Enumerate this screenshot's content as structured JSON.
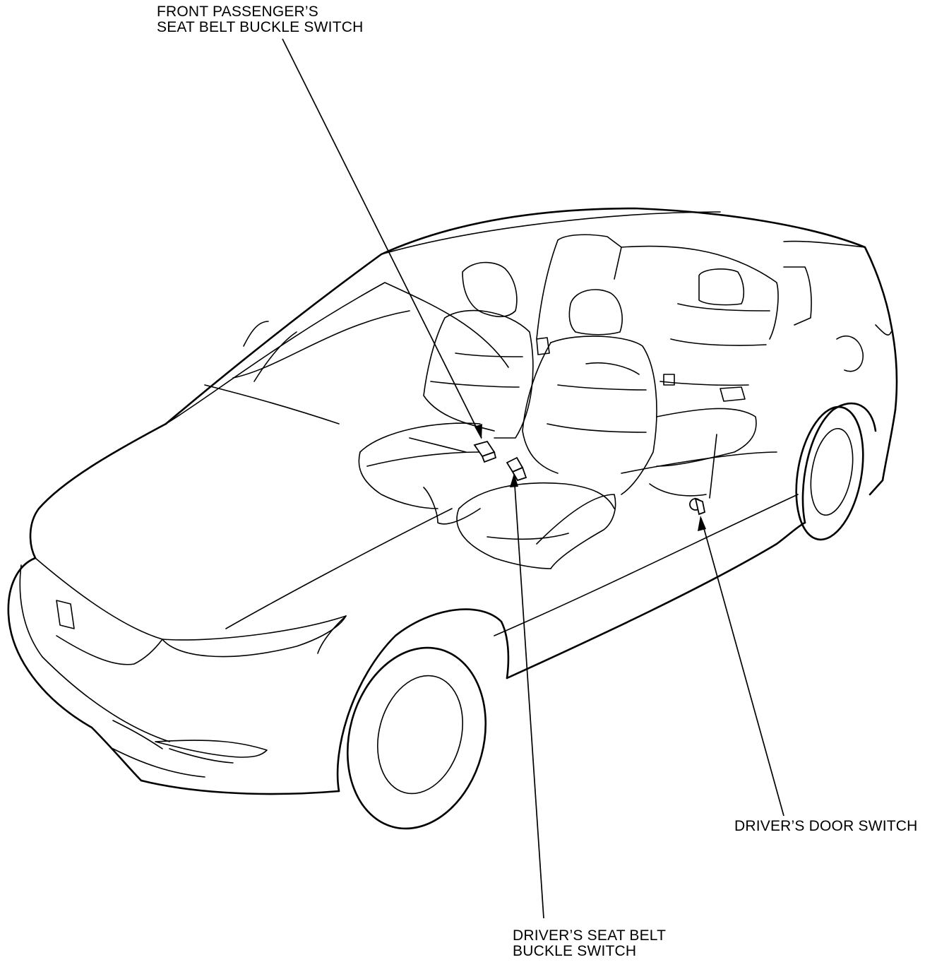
{
  "labels": {
    "front_passenger_line1": "FRONT PASSENGER’S",
    "front_passenger_line2": "SEAT BELT BUCKLE SWITCH",
    "driver_seat_line1": "DRIVER’S SEAT BELT",
    "driver_seat_line2": "BUCKLE SWITCH",
    "driver_door": "DRIVER’S DOOR SWITCH"
  }
}
